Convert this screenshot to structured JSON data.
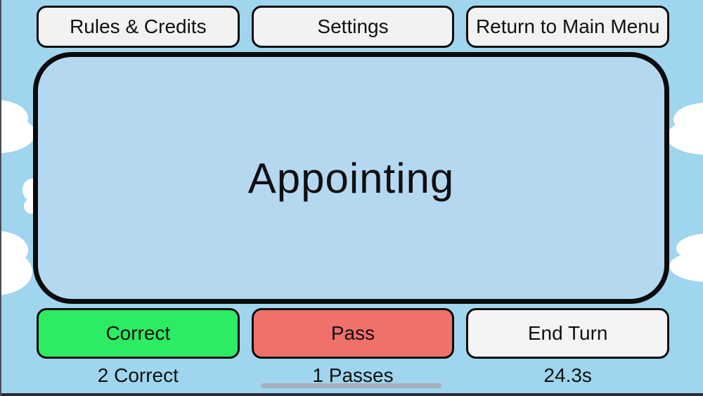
{
  "top_bar": {
    "buttons": [
      {
        "label": "Rules & Credits"
      },
      {
        "label": "Settings"
      },
      {
        "label": "Return to Main Menu"
      }
    ]
  },
  "card": {
    "word": "Appointing"
  },
  "actions": {
    "correct_label": "Correct",
    "pass_label": "Pass",
    "end_turn_label": "End Turn"
  },
  "stats": {
    "correct_label": "2 Correct",
    "passes_label": "1 Passes",
    "timer_label": "24.3s"
  },
  "colors": {
    "sky": "#9fd5ee",
    "card_bg": "#b5d8f1",
    "menu_button_bg": "#f2f2f2",
    "correct_bg": "#2deb63",
    "pass_bg": "#f0706a",
    "end_turn_bg": "#f4f4f4",
    "outline": "#0d0d0d",
    "timer_bar": "#a4afba",
    "bottom_strip": "#232b37"
  }
}
